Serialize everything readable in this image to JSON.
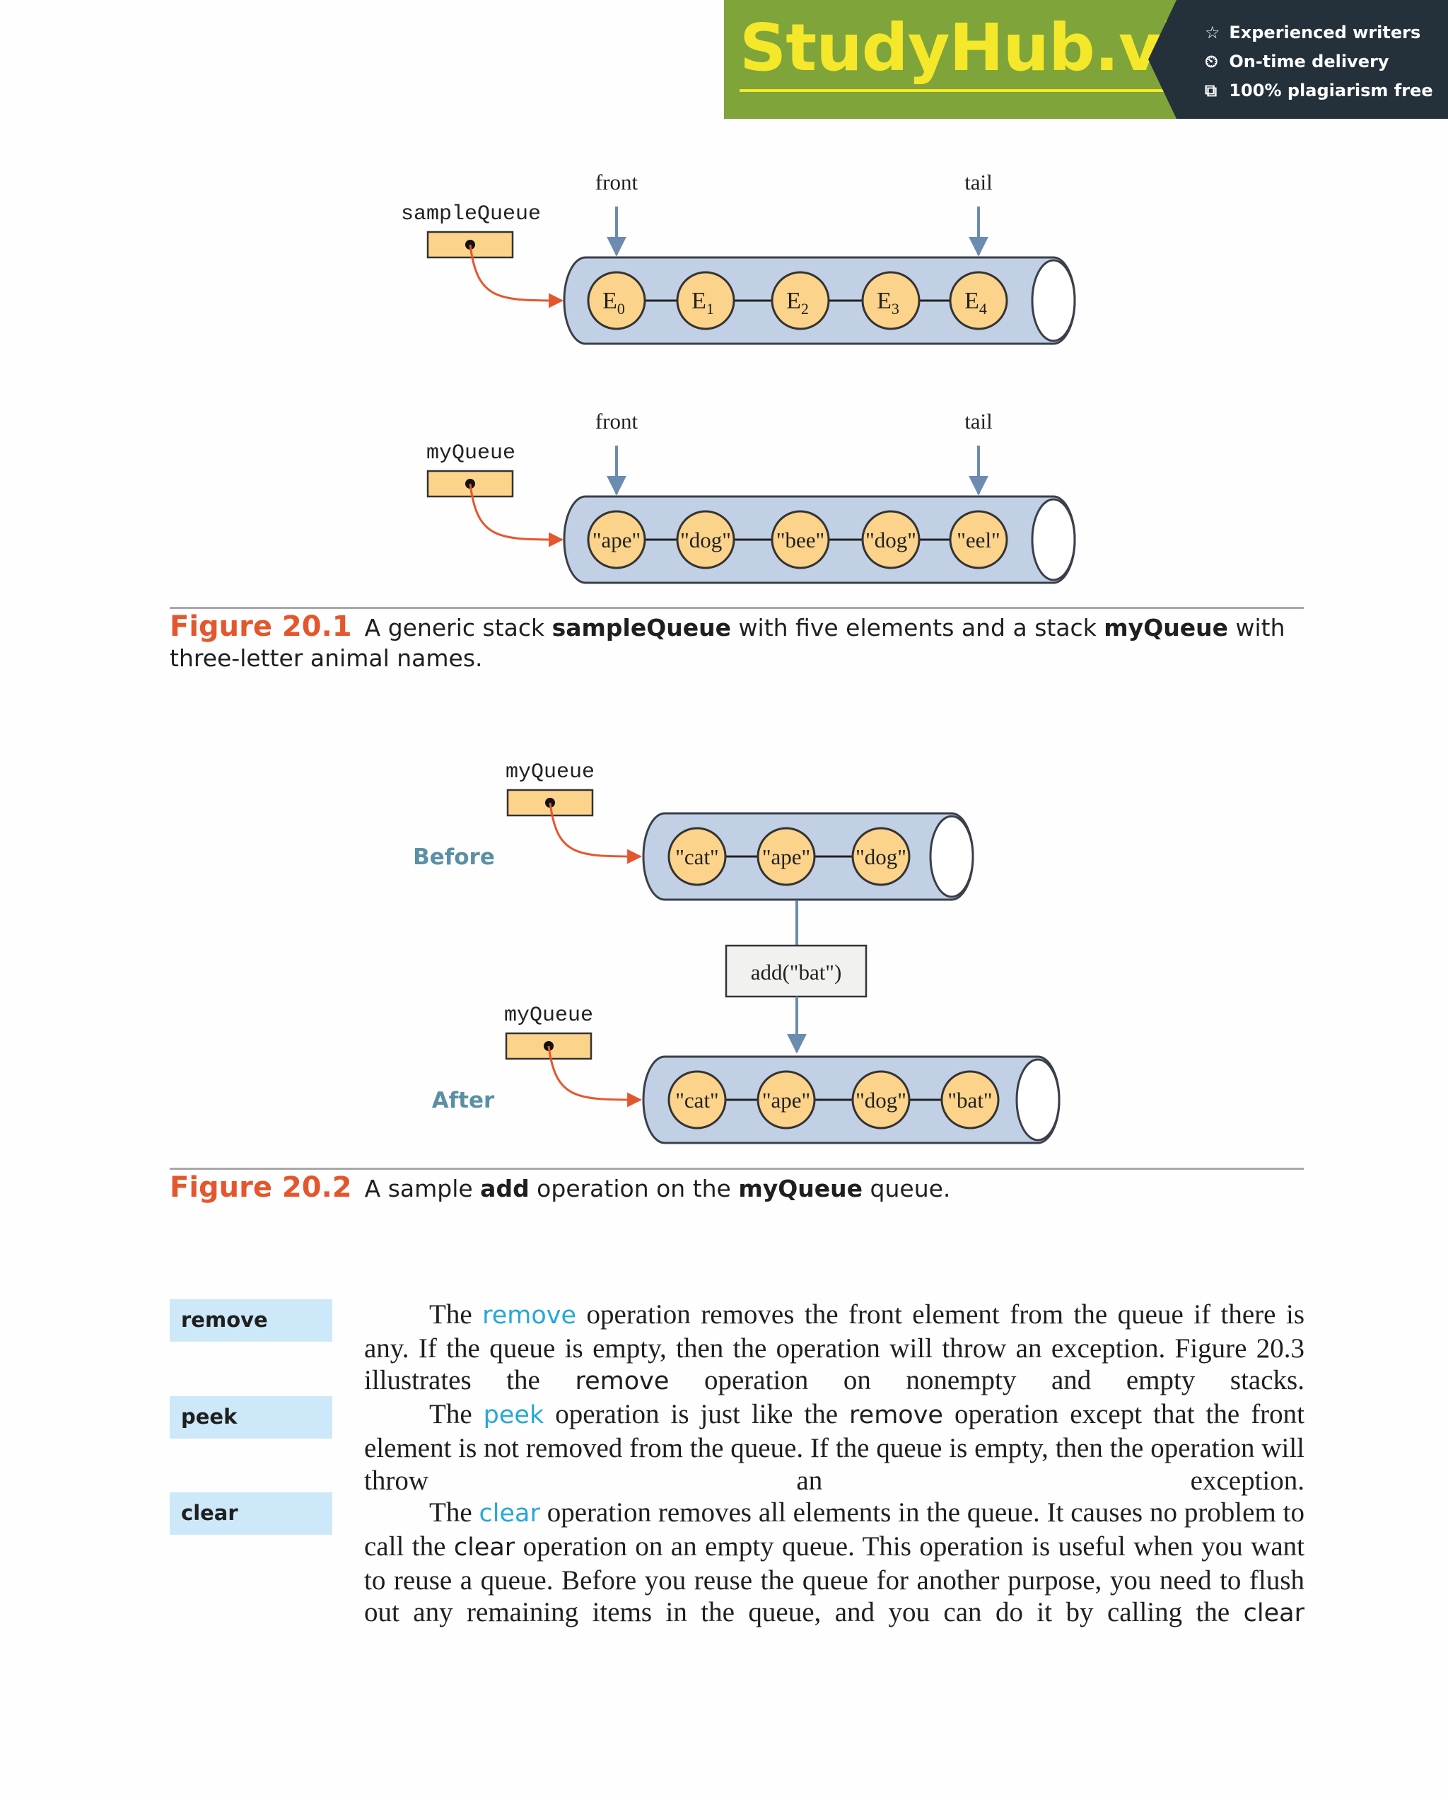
{
  "banner": {
    "title": "StudyHub.vip",
    "features": [
      {
        "icon": "star-outline-icon",
        "glyph": "☆",
        "text": "Experienced writers"
      },
      {
        "icon": "clock-icon",
        "glyph": "⏲",
        "text": "On-time delivery"
      },
      {
        "icon": "copy-icon",
        "glyph": "⧉",
        "text": "100% plagiarism free"
      }
    ]
  },
  "figure1": {
    "pointer_front": "front",
    "pointer_tail": "tail",
    "queue_a": {
      "var_name": "sampleQueue",
      "elements": [
        {
          "base": "E",
          "sub": "0"
        },
        {
          "base": "E",
          "sub": "1"
        },
        {
          "base": "E",
          "sub": "2"
        },
        {
          "base": "E",
          "sub": "3"
        },
        {
          "base": "E",
          "sub": "4"
        }
      ]
    },
    "queue_b": {
      "var_name": "myQueue",
      "elements": [
        "\"ape\"",
        "\"dog\"",
        "\"bee\"",
        "\"dog\"",
        "\"eel\""
      ]
    },
    "caption": {
      "number": "Figure 20.1",
      "t1": "A generic stack ",
      "b1": "sampleQueue",
      "t2": " with five elements and a stack ",
      "b2": "myQueue",
      "t3": " with three-letter animal names."
    }
  },
  "figure2": {
    "before_label": "Before",
    "after_label": "After",
    "var_name": "myQueue",
    "operation": "add(\"bat\")",
    "before_elements": [
      "\"cat\"",
      "\"ape\"",
      "\"dog\""
    ],
    "after_elements": [
      "\"cat\"",
      "\"ape\"",
      "\"dog\"",
      "\"bat\""
    ],
    "caption": {
      "number": "Figure 20.2",
      "t1": "A sample ",
      "b1": "add",
      "t2": " operation on the ",
      "b2": "myQueue",
      "t3": " queue."
    }
  },
  "sidebar": {
    "labels": [
      "remove",
      "peek",
      "clear"
    ]
  },
  "body": {
    "p1": {
      "t1": "The ",
      "kw": "remove",
      "t2": " operation removes the front element from the queue if there is any. If the queue is empty, then the operation will throw an exception. Figure 20.3 illustrates the ",
      "code": "remove",
      "t3": " operation on nonempty and empty stacks."
    },
    "p2": {
      "t1": "The ",
      "kw": "peek",
      "t2": " operation is just like the ",
      "code": "remove",
      "t3": " operation except that the front element is not removed from the queue. If the queue is empty, then the operation will throw an exception."
    },
    "p3": {
      "t1": "The ",
      "kw": "clear",
      "t2": " operation removes all elements in the queue. It causes no problem to call the ",
      "code": "clear",
      "t3": " operation on an empty queue. This operation is useful when you want to reuse a queue. Before you reuse the queue for another purpose, you need to flush out any remaining items in the queue, and you can do it by calling the ",
      "code2": "clear"
    }
  },
  "colors": {
    "queue_tube": "#c2d0e6",
    "queue_outline": "#3a3f48",
    "node_fill": "#fcd38a",
    "pointer_arrow": "#6c8bb0",
    "reference_arrow": "#e4572e",
    "figure_label": "#e4572e",
    "keyword": "#27a7d8",
    "side_label_bg": "#cde9f9",
    "before_after_label": "#5b8fa6",
    "banner_green": "#7fa43a",
    "banner_dark": "#24313b",
    "banner_title": "#f5e82b"
  }
}
